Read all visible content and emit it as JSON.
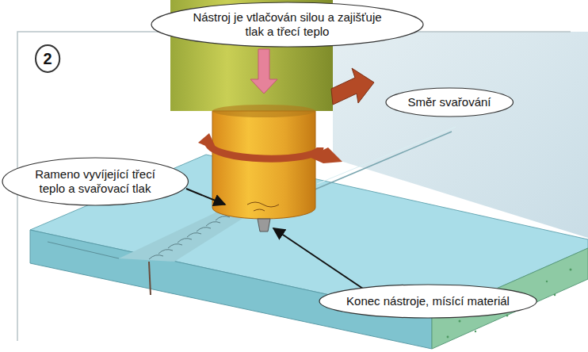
{
  "diagram": {
    "nodes": [
      {
        "text": [
          "Nástroj je vtlačován silou a zajišťuje tlak a třecí teplo"
        ]
      },
      {
        "text": [
          "2"
        ]
      },
      {
        "text": [
          "Směr svařování"
        ]
      },
      {
        "text": [
          "Rameno vyvíjející třecí teplo a svařovací tlak"
        ]
      },
      {
        "text": [
          "Konec nástroje, mísící materiál"
        ]
      }
    ]
  }
}
